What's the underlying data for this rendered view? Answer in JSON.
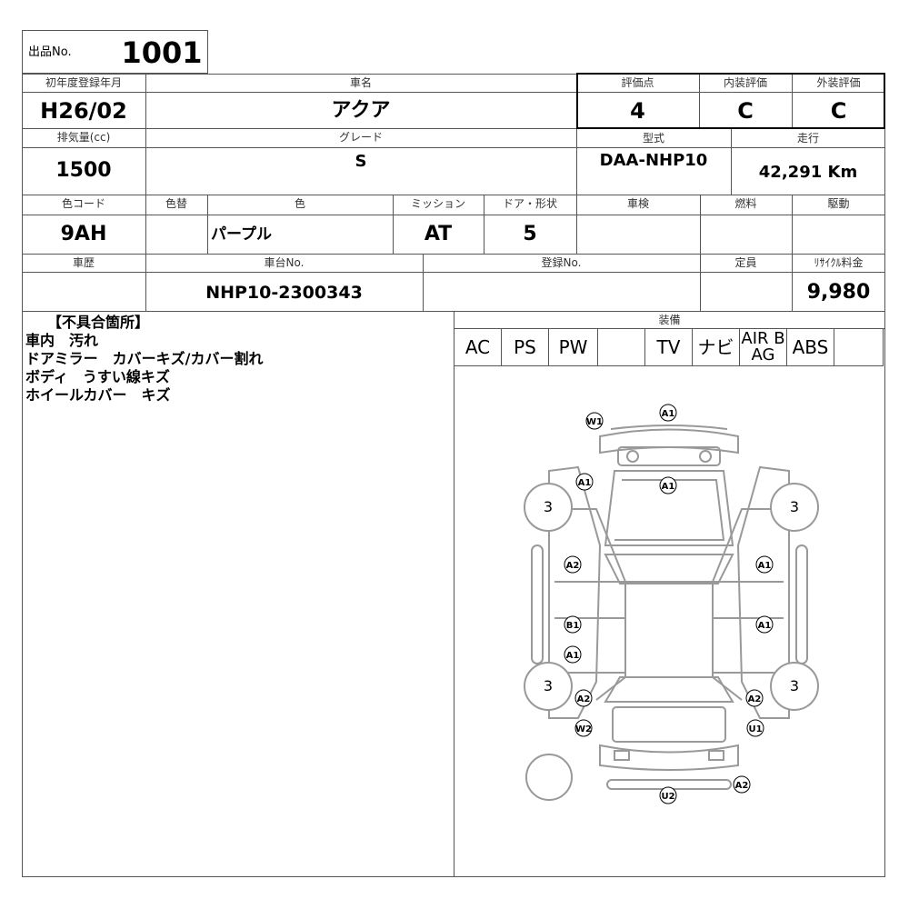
{
  "lot": {
    "label": "出品No.",
    "number": "1001"
  },
  "row1": {
    "first_reg_label": "初年度登録年月",
    "first_reg": "H26/02",
    "car_name_label": "車名",
    "car_name": "アクア",
    "score_label": "評価点",
    "score": "4",
    "interior_label": "内装評価",
    "interior": "C",
    "exterior_label": "外装評価",
    "exterior": "C"
  },
  "row2": {
    "displacement_label": "排気量(cc)",
    "displacement": "1500",
    "grade_label": "グレード",
    "grade": "S",
    "model_label": "型式",
    "model": "DAA-NHP10",
    "mileage_label": "走行",
    "mileage": "42,291 Km"
  },
  "row3": {
    "color_code_label": "色コード",
    "color_code": "9AH",
    "color_change_label": "色替",
    "color_change": "",
    "color_label": "色",
    "color": "パープル",
    "mission_label": "ミッション",
    "mission": "AT",
    "door_label": "ドア・形状",
    "door": "5",
    "inspection_label": "車検",
    "inspection": "",
    "fuel_label": "燃料",
    "fuel": "",
    "drive_label": "駆動",
    "drive": ""
  },
  "row4": {
    "history_label": "車歴",
    "history": "",
    "chassis_label": "車台No.",
    "chassis": "NHP10-2300343",
    "reg_label": "登録No.",
    "reg": "",
    "capacity_label": "定員",
    "capacity": "",
    "recycle_label": "ﾘｻｲｸﾙ料金",
    "recycle": "9,980"
  },
  "defects": {
    "title": "【不具合箇所】",
    "lines": [
      "車内　汚れ",
      "ドアミラー　カバーキズ/カバー割れ",
      "ボディ　うすい線キズ",
      "ホイールカバー　キズ"
    ]
  },
  "equipment": {
    "label": "装備",
    "items": [
      "AC",
      "PS",
      "PW",
      "",
      "TV",
      "ナビ",
      "AIR BAG",
      "ABS",
      ""
    ]
  },
  "diagram": {
    "marks": [
      "W1",
      "A1",
      "A1",
      "A1",
      "3",
      "3",
      "A2",
      "A1",
      "B1",
      "A1",
      "A1",
      "3",
      "3",
      "A2",
      "A2",
      "W2",
      "U1",
      "A2",
      "U2"
    ]
  }
}
